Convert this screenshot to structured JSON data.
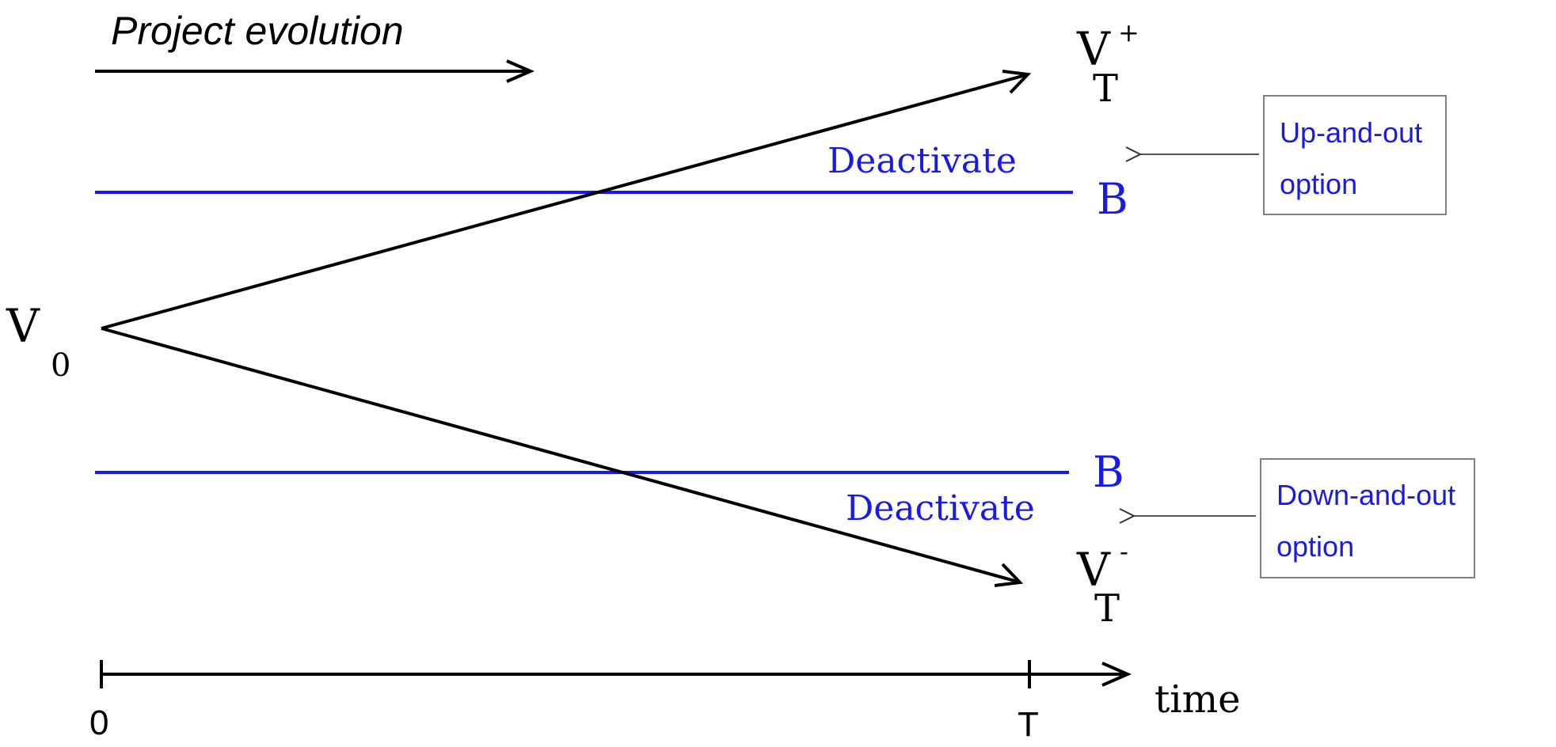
{
  "header": {
    "project_evolution_label": "Project evolution"
  },
  "nodes": {
    "v0": {
      "main": "V",
      "sub": "0"
    },
    "vt_plus": {
      "main": "V",
      "sub": "T",
      "sup": "+"
    },
    "vt_minus": {
      "main": "V",
      "sub": "T",
      "sup": "-"
    }
  },
  "barriers": {
    "upper": {
      "label": "B",
      "deactivate_label": "Deactivate"
    },
    "lower": {
      "label": "B",
      "deactivate_label": "Deactivate"
    }
  },
  "callouts": {
    "up_and_out": {
      "line1": "Up-and-out",
      "line2": "option"
    },
    "down_and_out": {
      "line1": "Down-and-out",
      "line2": "option"
    }
  },
  "time_axis": {
    "label": "time",
    "start_label": "0",
    "end_label": "T"
  },
  "colors": {
    "barrier": "#1a1ae6",
    "path": "#000000",
    "callout_border": "#808080",
    "callout_arrow": "#555555"
  }
}
